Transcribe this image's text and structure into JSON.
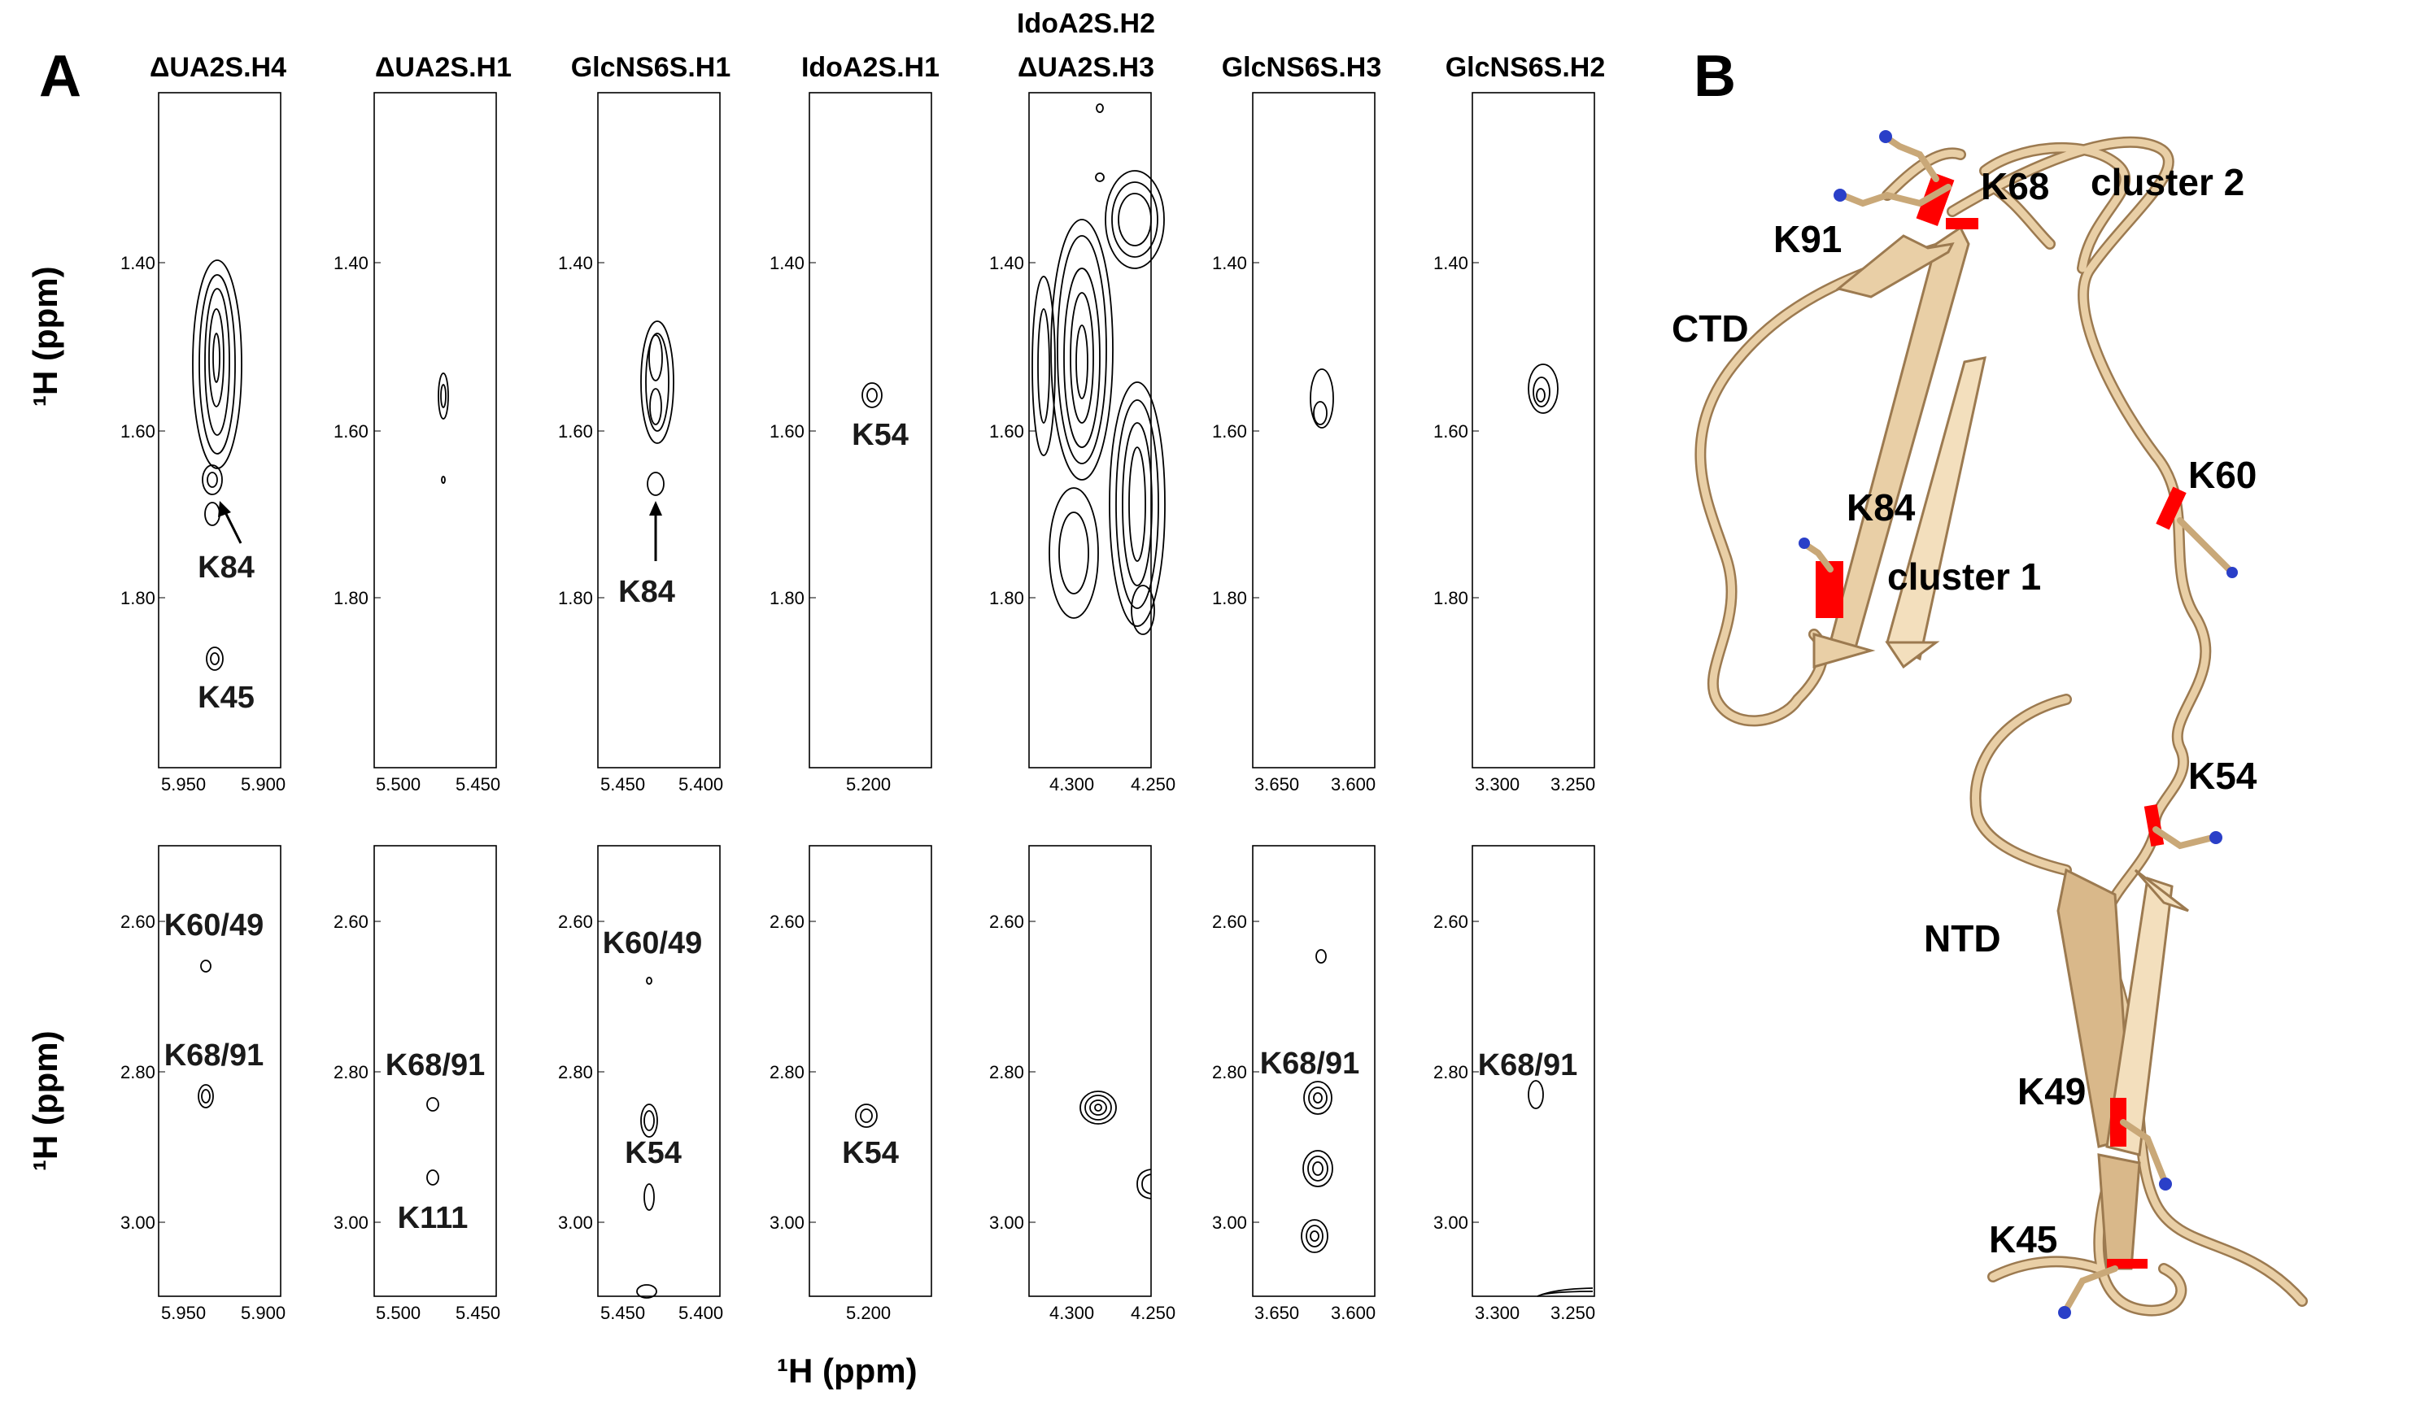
{
  "panel_a": {
    "letter": "A",
    "columns": [
      {
        "title": "ΔUA2S.H4",
        "x_ticks": [
          "5.950",
          "5.900"
        ]
      },
      {
        "title": "ΔUA2S.H1",
        "x_ticks": [
          "5.500",
          "5.450"
        ]
      },
      {
        "title": "GlcNS6S.H1",
        "x_ticks": [
          "5.450",
          "5.400"
        ]
      },
      {
        "title": "IdoA2S.H1",
        "x_ticks": [
          "5.200"
        ]
      },
      {
        "title_line1": "IdoA2S.H2",
        "title_line2": "ΔUA2S.H3",
        "x_ticks": [
          "4.300",
          "4.250"
        ]
      },
      {
        "title": "GlcNS6S.H3",
        "x_ticks": [
          "3.650",
          "3.600"
        ]
      },
      {
        "title": "GlcNS6S.H2",
        "x_ticks": [
          "3.300",
          "3.250"
        ]
      }
    ],
    "top_row_y_ticks": [
      "1.40",
      "1.60",
      "1.80"
    ],
    "bottom_row_y_ticks": [
      "2.60",
      "2.80",
      "3.00"
    ],
    "y_axis_label": "¹H (ppm)",
    "x_axis_label": "¹H (ppm)",
    "peak_labels": {
      "top_c1_a": "K84",
      "top_c1_b": "K45",
      "top_c3_a": "K84",
      "top_c4_a": "K54",
      "bottom_c1_a": "K60/49",
      "bottom_c1_b": "K68/91",
      "bottom_c2_a": "K68/91",
      "bottom_c2_b": "K111",
      "bottom_c3_a": "K60/49",
      "bottom_c3_b": "K54",
      "bottom_c4_a": "K54",
      "bottom_c6_a": "K68/91",
      "bottom_c7_a": "K68/91"
    }
  },
  "panel_b": {
    "letter": "B",
    "labels": {
      "k68": "K68",
      "cluster2": "cluster 2",
      "k91": "K91",
      "ctd": "CTD",
      "k60": "K60",
      "k84": "K84",
      "cluster1": "cluster 1",
      "k54": "K54",
      "ntd": "NTD",
      "k49": "K49",
      "k45": "K45"
    },
    "colors": {
      "ribbon": "#e9cfa6",
      "ribbon_edge": "#9c7a50",
      "lysine_highlight": "#ff0000",
      "nitrogen": "#2a3fc8"
    }
  }
}
